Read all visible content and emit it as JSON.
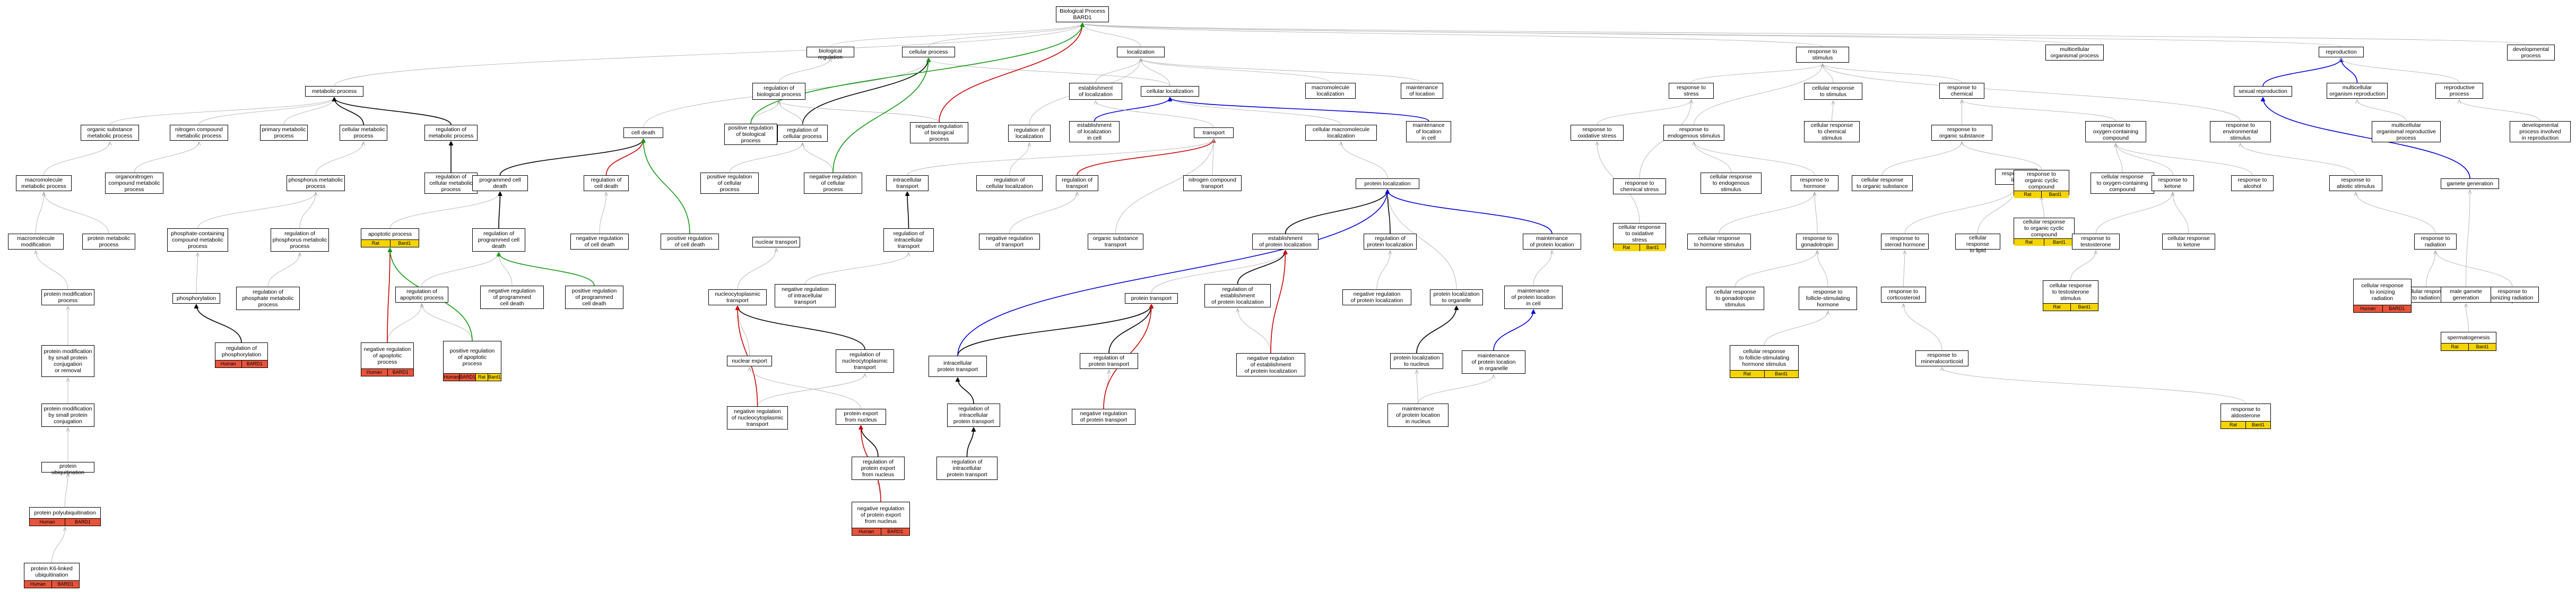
{
  "colors": {
    "red_tag": "#e8533a",
    "yellow_tag": "#f5d400",
    "edge_gray": "#aaaaaa",
    "edge_black": "#000000",
    "edge_red": "#cc0000",
    "edge_green": "#119911",
    "edge_blue": "#0000dd"
  },
  "nodes": [
    {
      "id": "bp",
      "label": "Biological Process\nBARD1"
    },
    {
      "id": "bioreg",
      "label": "biological regulation"
    },
    {
      "id": "cellproc",
      "label": "cellular process"
    },
    {
      "id": "loc",
      "label": "localization"
    },
    {
      "id": "resp_stim",
      "label": "response to\nstimulus"
    },
    {
      "id": "multicell",
      "label": "multicellular\norganismal process"
    },
    {
      "id": "repro",
      "label": "reproduction"
    },
    {
      "id": "dev",
      "label": "developmental\nprocess"
    },
    {
      "id": "metab",
      "label": "metabolic process"
    },
    {
      "id": "reg_bp",
      "label": "regulation of\nbiological process"
    },
    {
      "id": "estab_loc",
      "label": "establishment\nof localization"
    },
    {
      "id": "cell_loc",
      "label": "cellular localization"
    },
    {
      "id": "macro_loc",
      "label": "macromolecule\nlocalization"
    },
    {
      "id": "maint_loc",
      "label": "maintenance\nof location"
    },
    {
      "id": "resp_stress",
      "label": "response to\nstress"
    },
    {
      "id": "cell_resp_stim",
      "label": "cellular response\nto stimulus"
    },
    {
      "id": "resp_chem",
      "label": "response to\nchemical"
    },
    {
      "id": "sex_repro",
      "label": "sexual reproduction"
    },
    {
      "id": "multi_repro",
      "label": "multicellular\norganism reproduction"
    },
    {
      "id": "repro_proc",
      "label": "reproductive\nprocess"
    },
    {
      "id": "org_subst_met",
      "label": "organic substance\nmetabolic process"
    },
    {
      "id": "nitro_met",
      "label": "nitrogen compound\nmetabolic process"
    },
    {
      "id": "prim_met",
      "label": "primary metabolic\nprocess"
    },
    {
      "id": "cell_met",
      "label": "cellular metabolic\nprocess"
    },
    {
      "id": "reg_met",
      "label": "regulation of\nmetabolic process"
    },
    {
      "id": "cell_death",
      "label": "cell death"
    },
    {
      "id": "pos_reg_bp",
      "label": "positive regulation\nof biological\nprocess"
    },
    {
      "id": "reg_cell_proc",
      "label": "regulation of\ncellular process"
    },
    {
      "id": "neg_reg_bp",
      "label": "negative regulation\nof biological\nprocess"
    },
    {
      "id": "reg_loc",
      "label": "regulation of\nlocalization"
    },
    {
      "id": "estab_loc_cell",
      "label": "establishment\nof localization\nin cell"
    },
    {
      "id": "transport",
      "label": "transport"
    },
    {
      "id": "cell_macro_loc",
      "label": "cellular macromolecule\nlocalization"
    },
    {
      "id": "maint_loc_cell",
      "label": "maintenance\nof location\nin cell"
    },
    {
      "id": "resp_ox",
      "label": "response to\noxidative stress"
    },
    {
      "id": "resp_endo",
      "label": "response to\nendogenous stimulus"
    },
    {
      "id": "cell_resp_chem",
      "label": "cellular response\nto chemical\nstimulus"
    },
    {
      "id": "resp_org_subst",
      "label": "response to\norganic substance"
    },
    {
      "id": "resp_oxy",
      "label": "response to\noxygen-containing\ncompound"
    },
    {
      "id": "resp_env",
      "label": "response to\nenvironmental\nstimulus"
    },
    {
      "id": "multi_org_repro",
      "label": "multicellular\norganismal reproductive\nprocess"
    },
    {
      "id": "dev_repro",
      "label": "developmental\nprocess involved\nin reproduction"
    },
    {
      "id": "macro_met",
      "label": "macromolecule\nmetabolic process"
    },
    {
      "id": "organonitro",
      "label": "organonitrogen\ncompound metabolic\nprocess"
    },
    {
      "id": "phos_met",
      "label": "phosphorus metabolic\nprocess"
    },
    {
      "id": "reg_cell_met",
      "label": "regulation of\ncellular metabolic\nprocess"
    },
    {
      "id": "prog_cell_death",
      "label": "programmed cell\ndeath"
    },
    {
      "id": "reg_cell_death",
      "label": "regulation of\ncell death"
    },
    {
      "id": "pos_reg_cell_proc",
      "label": "positive regulation\nof cellular\nprocess"
    },
    {
      "id": "neg_reg_cell_proc",
      "label": "negative regulation\nof cellular\nprocess"
    },
    {
      "id": "intra_transport",
      "label": "intracellular\ntransport"
    },
    {
      "id": "reg_cell_loc",
      "label": "regulation of\ncellular localization"
    },
    {
      "id": "reg_transport",
      "label": "regulation of\ntransport"
    },
    {
      "id": "nitro_transport",
      "label": "nitrogen compound\ntransport"
    },
    {
      "id": "prot_loc",
      "label": "protein localization"
    },
    {
      "id": "resp_lipid",
      "label": "response to\nlipid"
    },
    {
      "id": "resp_hormone",
      "label": "response to\nhormone"
    },
    {
      "id": "cell_resp_endo",
      "label": "cellular response\nto endogenous\nstimulus"
    },
    {
      "id": "cell_resp_org",
      "label": "cellular response\nto organic substance"
    },
    {
      "id": "cell_resp_oxy",
      "label": "cellular response\nto oxygen-containing\ncompound"
    },
    {
      "id": "resp_ketone",
      "label": "response to\nketone"
    },
    {
      "id": "resp_alcohol",
      "label": "response to\nalcohol"
    },
    {
      "id": "resp_abiotic",
      "label": "response to\nabiotic stimulus"
    },
    {
      "id": "gamete_gen",
      "label": "gamete generation"
    },
    {
      "id": "macro_mod",
      "label": "macromolecule\nmodification"
    },
    {
      "id": "prot_met",
      "label": "protein metabolic\nprocess"
    },
    {
      "id": "phosphate_met",
      "label": "phosphate-containing\ncompound metabolic\nprocess"
    },
    {
      "id": "reg_phos_met",
      "label": "regulation of\nphosphorus metabolic\nprocess"
    },
    {
      "id": "apoptotic",
      "label": "apoptotic process",
      "tags": [
        [
          "Rat",
          "yellow_tag"
        ],
        [
          "Bard1",
          "yellow_tag"
        ]
      ]
    },
    {
      "id": "reg_pcd",
      "label": "regulation of\nprogrammed cell\ndeath"
    },
    {
      "id": "neg_reg_cell_death",
      "label": "negative regulation\nof cell death"
    },
    {
      "id": "pos_reg_cell_death",
      "label": "positive regulation\nof cell death"
    },
    {
      "id": "neg_reg_transport",
      "label": "negative regulation\nof transport"
    },
    {
      "id": "reg_intra_transport",
      "label": "regulation of\nintracellular\ntransport"
    },
    {
      "id": "org_subst_transport",
      "label": "organic substance\ntransport"
    },
    {
      "id": "estab_prot_loc",
      "label": "establishment\nof protein localization"
    },
    {
      "id": "reg_prot_loc",
      "label": "regulation of\nprotein localization"
    },
    {
      "id": "maint_prot_loc",
      "label": "maintenance\nof protein location"
    },
    {
      "id": "cell_resp_ox",
      "label": "cellular response\nto oxidative\nstress",
      "tags": [
        [
          "Rat",
          "yellow_tag"
        ],
        [
          "Bard1",
          "yellow_tag"
        ]
      ]
    },
    {
      "id": "resp_chem_stress",
      "label": "response to\nchemical stress"
    },
    {
      "id": "cell_resp_hormone",
      "label": "cellular response\nto hormone stimulus"
    },
    {
      "id": "resp_gonado",
      "label": "response to\ngonadotropin"
    },
    {
      "id": "resp_steroid",
      "label": "response to\nsteroid hormone"
    },
    {
      "id": "cell_resp_lipid",
      "label": "cellular response\nto lipid"
    },
    {
      "id": "resp_org_cyclic",
      "label": "response to\norganic cyclic\ncompound",
      "tags": [
        [
          "Rat",
          "yellow_tag"
        ],
        [
          "Bard1",
          "yellow_tag"
        ]
      ]
    },
    {
      "id": "cell_resp_org_cyclic",
      "label": "cellular response\nto organic cyclic\ncompound",
      "tags": [
        [
          "Rat",
          "yellow_tag"
        ],
        [
          "Bard1",
          "yellow_tag"
        ]
      ]
    },
    {
      "id": "resp_testo",
      "label": "response to\ntestosterone"
    },
    {
      "id": "cell_resp_ketone",
      "label": "cellular response\nto ketone"
    },
    {
      "id": "resp_radiation",
      "label": "response to\nradiation"
    },
    {
      "id": "prot_mod",
      "label": "protein modification\nprocess"
    },
    {
      "id": "phosphorylation",
      "label": "phosphorylation"
    },
    {
      "id": "reg_phosphate_met",
      "label": "regulation of\nphosphate metabolic\nprocess"
    },
    {
      "id": "reg_apop",
      "label": "regulation of\napoptotic process"
    },
    {
      "id": "neg_reg_pcd",
      "label": "negative regulation\nof programmed\ncell death"
    },
    {
      "id": "pos_reg_pcd",
      "label": "positive regulation\nof programmed\ncell death"
    },
    {
      "id": "nuclear_transport",
      "label": "nuclear transport"
    },
    {
      "id": "neg_reg_intra_transport",
      "label": "negative regulation\nof intracellular\ntransport"
    },
    {
      "id": "prot_transport",
      "label": "protein transport"
    },
    {
      "id": "reg_estab_prot_loc",
      "label": "regulation of\nestablishment\nof protein localization"
    },
    {
      "id": "neg_reg_prot_loc",
      "label": "negative regulation\nof protein localization"
    },
    {
      "id": "prot_loc_organelle",
      "label": "protein localization\nto organelle"
    },
    {
      "id": "maint_prot_loc_cell",
      "label": "maintenance\nof protein location\nin cell"
    },
    {
      "id": "cell_resp_gonado",
      "label": "cellular response\nto gonadotropin\nstimulus"
    },
    {
      "id": "resp_fsh",
      "label": "response to\nfollicle-stimulating\nhormone"
    },
    {
      "id": "resp_cortico",
      "label": "response to\ncorticosteroid"
    },
    {
      "id": "cell_resp_testo",
      "label": "cellular response\nto testosterone\nstimulus",
      "tags": [
        [
          "Rat",
          "yellow_tag"
        ],
        [
          "Bard1",
          "yellow_tag"
        ]
      ]
    },
    {
      "id": "cell_resp_radiation",
      "label": "cellular response\nto radiation"
    },
    {
      "id": "resp_ionizing",
      "label": "response to\nionizing radiation"
    },
    {
      "id": "male_gamete",
      "label": "male gamete\ngeneration"
    },
    {
      "id": "reg_phosphorylation",
      "label": "regulation of\nphosphorylation",
      "tags": [
        [
          "Human",
          "red_tag"
        ],
        [
          "BARD1",
          "red_tag"
        ]
      ]
    },
    {
      "id": "neg_reg_apop",
      "label": "negative regulation\nof apoptotic\nprocess",
      "tags": [
        [
          "Human",
          "red_tag"
        ],
        [
          "BARD1",
          "red_tag"
        ]
      ]
    },
    {
      "id": "pos_reg_apop",
      "label": "positive regulation\nof apoptotic\nprocess",
      "tags": [
        [
          "Human",
          "red_tag"
        ],
        [
          "BARD1",
          "red_tag"
        ],
        [
          "Rat",
          "yellow_tag"
        ],
        [
          "Bard1",
          "yellow_tag"
        ]
      ]
    },
    {
      "id": "nucleocyto_transport",
      "label": "nucleocytoplasmic\ntransport"
    },
    {
      "id": "reg_nucleocyto",
      "label": "regulation of\nnucleocytoplasmic\ntransport"
    },
    {
      "id": "nuclear_export",
      "label": "nuclear export"
    },
    {
      "id": "intra_prot_transport",
      "label": "intracellular\nprotein transport"
    },
    {
      "id": "reg_prot_transport",
      "label": "regulation of\nprotein transport"
    },
    {
      "id": "neg_reg_estab",
      "label": "negative regulation\nof establishment\nof protein localization"
    },
    {
      "id": "prot_loc_nucleus",
      "label": "protein localization\nto nucleus"
    },
    {
      "id": "maint_prot_loc_org",
      "label": "maintenance\nof protein location\nin organelle"
    },
    {
      "id": "cell_resp_fsh",
      "label": "cellular response\nto follicle-stimulating\nhormone stimulus",
      "tags": [
        [
          "Rat",
          "yellow_tag"
        ],
        [
          "Bard1",
          "yellow_tag"
        ]
      ]
    },
    {
      "id": "resp_mineralo",
      "label": "response to\nmineralocorticoid"
    },
    {
      "id": "cell_resp_ionizing",
      "label": "cellular response\nto ionizing\nradiation",
      "tags": [
        [
          "Human",
          "red_tag"
        ],
        [
          "BARD1",
          "red_tag"
        ]
      ]
    },
    {
      "id": "spermatogenesis",
      "label": "spermatogenesis",
      "tags": [
        [
          "Rat",
          "yellow_tag"
        ],
        [
          "Bard1",
          "yellow_tag"
        ]
      ]
    },
    {
      "id": "prot_mod_small",
      "label": "protein modification\nby small protein\nconjugation\nor removal"
    },
    {
      "id": "neg_reg_nucleocyto",
      "label": "negative regulation\nof nucleocytoplasmic\ntransport"
    },
    {
      "id": "prot_export_nucleus",
      "label": "protein export\nfrom nucleus"
    },
    {
      "id": "intra_prot_transport2",
      "label": "regulation of\nintracellular\nprotein transport"
    },
    {
      "id": "neg_reg_prot_transport",
      "label": "negative regulation\nof protein transport"
    },
    {
      "id": "maint_prot_nucleus",
      "label": "maintenance\nof protein location\nin nucleus"
    },
    {
      "id": "resp_aldo",
      "label": "response to\naldosterone",
      "tags": [
        [
          "Rat",
          "yellow_tag"
        ],
        [
          "Bard1",
          "yellow_tag"
        ]
      ]
    },
    {
      "id": "prot_mod_conj",
      "label": "protein modification\nby small protein\nconjugation"
    },
    {
      "id": "reg_prot_export",
      "label": "regulation of\nprotein export\nfrom nucleus"
    },
    {
      "id": "reg_intra_prot_transport",
      "label": "regulation of\nintracellular\nprotein transport"
    },
    {
      "id": "prot_ubiq",
      "label": "protein ubiquitination"
    },
    {
      "id": "neg_reg_prot_export",
      "label": "negative regulation\nof protein export\nfrom nucleus",
      "tags": [
        [
          "Human",
          "red_tag"
        ],
        [
          "BARD1",
          "red_tag"
        ]
      ]
    },
    {
      "id": "prot_polyubiq",
      "label": "protein polyubiquitination",
      "tags": [
        [
          "Human",
          "red_tag"
        ],
        [
          "BARD1",
          "red_tag"
        ]
      ]
    },
    {
      "id": "prot_k6",
      "label": "protein K6-linked\nubiquitination",
      "tags": [
        [
          "Human",
          "red_tag"
        ],
        [
          "BARD1",
          "red_tag"
        ]
      ]
    }
  ]
}
